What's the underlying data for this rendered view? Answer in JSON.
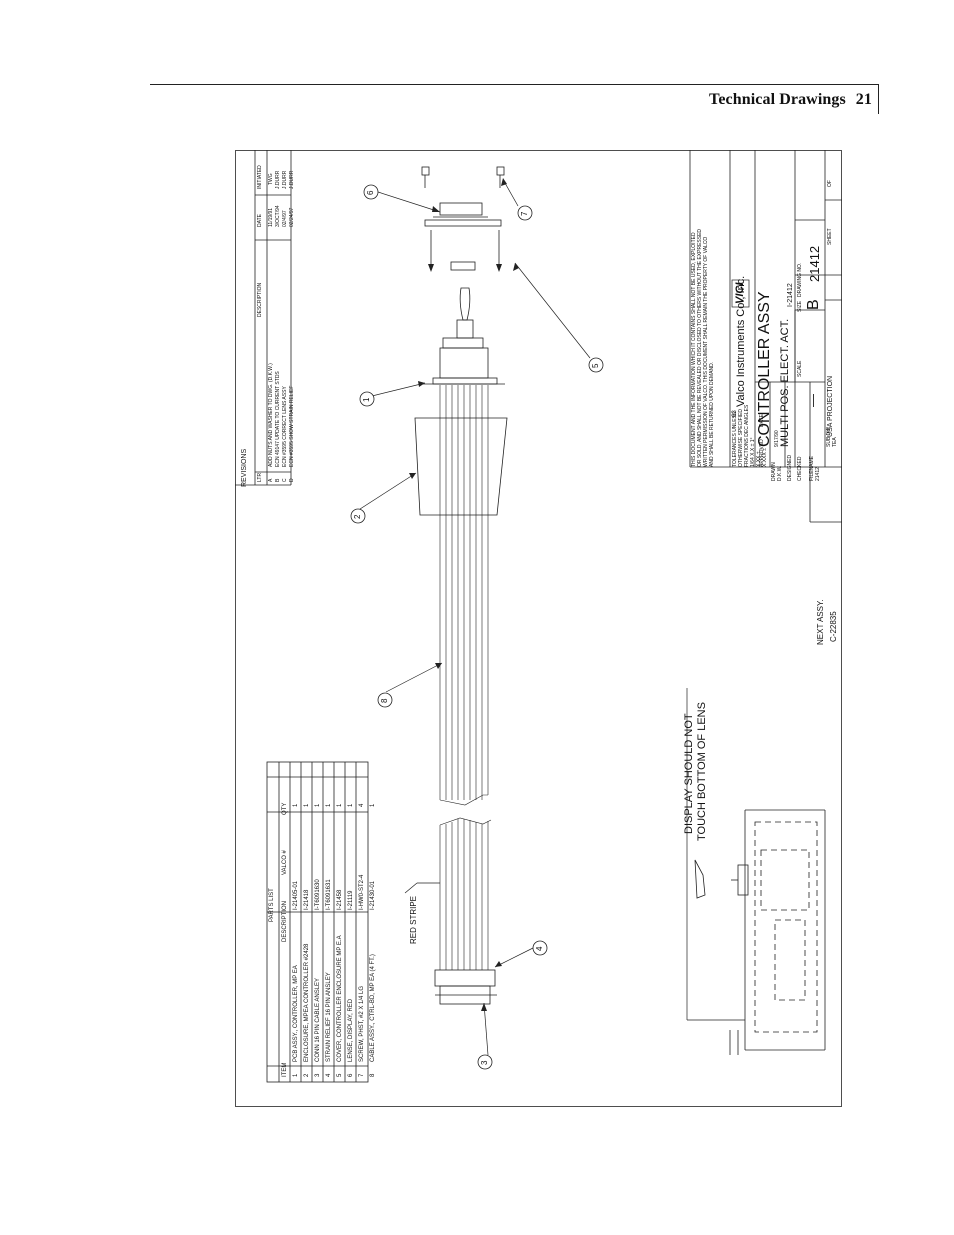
{
  "page": {
    "section_title": "Technical Drawings",
    "page_number": "21"
  },
  "parts_list": {
    "title": "PARTS LIST",
    "headers": {
      "item": "ITEM",
      "description": "DESCRIPTION",
      "valco": "VALCO #",
      "qty": "QTY"
    },
    "rows": [
      {
        "item": "1",
        "description": "PCB ASSY., CONTROLLER, MP EA",
        "valco": "I-21405-01",
        "qty": "1"
      },
      {
        "item": "2",
        "description": "ENCLOSURE, MPEA CONTROLLER #2428",
        "valco": "I-21418",
        "qty": "1"
      },
      {
        "item": "3",
        "description": "CONN 16 PIN CABLE ANSLEY",
        "valco": "I-T6091630",
        "qty": "1"
      },
      {
        "item": "4",
        "description": "STRAIN RELIEF 16 PIN ANSLEY",
        "valco": "I-T6091631",
        "qty": "1"
      },
      {
        "item": "5",
        "description": "COVER, CONTROLLER ENCLOSURE MP E.A",
        "valco": "I-21458",
        "qty": "1"
      },
      {
        "item": "6",
        "description": "LENSE, DISPLAY, RED",
        "valco": "I-21119",
        "qty": "1"
      },
      {
        "item": "7",
        "description": "SCREW, PHST, #2 X 1/4 LG",
        "valco": "I-HW0-ST2-4",
        "qty": "4"
      },
      {
        "item": "8",
        "description": "CABLE ASSY., CTRL-BD, MP EA (4 FT.)",
        "valco": "I-21430-01",
        "qty": "1"
      }
    ]
  },
  "revisions": {
    "title": "REVISIONS",
    "headers": {
      "ltr": "LTR",
      "description": "DESCRIPTION",
      "date": "DATE",
      "initiated": "INITIATED"
    },
    "rows": [
      {
        "ltr": "A",
        "description": "ADD NUTS AND WASHER TO DWG. (D.K.W.)",
        "date": "11/19/91",
        "initiated": "TWG"
      },
      {
        "ltr": "B",
        "description": "ECN 49147 UPDATE TO CURRENT STDS",
        "date": "3/OCT/94",
        "initiated": "J.DURR"
      },
      {
        "ltr": "C",
        "description": "ECN #3595 CORRECT LENS ASSY",
        "date": "02/4/97",
        "initiated": "J.DURR"
      },
      {
        "ltr": "D",
        "description": "ECN #3595 SHOW STRAIN RELIEF",
        "date": "02/24/97",
        "initiated": "J.DURR"
      }
    ]
  },
  "callouts": [
    "1",
    "2",
    "3",
    "4",
    "5",
    "6",
    "7",
    "8"
  ],
  "notes": {
    "display_line1": "DISPLAY SHOULD NOT",
    "display_line2": "TOUCH BOTTOM OF LENS",
    "red_stripe": "RED STRIPE"
  },
  "title_block": {
    "notice": [
      "THIS DOCUMENT AND THE INFORMATION WHICH IT CONTAINS SHALL NOT BE USED, EXPLOITED",
      "OR SOLD, AND SHALL NOT BE REVEALED OR DISCLOSED TO OTHERS WITHOUT THE EXPRESSED",
      "WRITTEN PERMISSION OF VALCO. THIS DOCUMENT SHALL REMAIN THE PROPERTY OF VALCO",
      "AND SHALL BE RETURNED UPON DEMAND."
    ],
    "tolerances": [
      "TOLERANCES UNLESS",
      "OTHERWISE SPECIFIED",
      "FRACTIONS    DEC    ANGLES",
      "1/64         X.X  ±   1°",
      "             X.XX ±",
      "             X.XXX ±"
    ],
    "finish": "63",
    "company": "Valco Instruments Co., Inc.",
    "logo_text": "VICI",
    "title": "CONTROLLER ASSY",
    "subtitle": "MULTI POS. ELECT. ACT.",
    "part_ref": "I-21412",
    "approved_label": "APPROVED",
    "date_label": "DATE",
    "drawn_label": "DRAWN",
    "drawn_by": "D.K.W.",
    "drawn_date": "9/17/90",
    "designed_label": "DESIGNED",
    "checked_label": "CHECKED",
    "filename_label": "FILENAME",
    "filename": "21412",
    "subdir_label": "SUB DIR",
    "subdir": "TEA",
    "scale_label": "SCALE",
    "scale": "—",
    "size_label": "SIZE",
    "size": "B",
    "drawing_no_label": "DRAWING NO.",
    "drawing_no": "21412",
    "projection": "USA PROJECTION",
    "sheet_label": "SHEET",
    "of_label": "OF",
    "next_assy_label": "NEXT ASSY.",
    "next_assy": "C-22835"
  }
}
